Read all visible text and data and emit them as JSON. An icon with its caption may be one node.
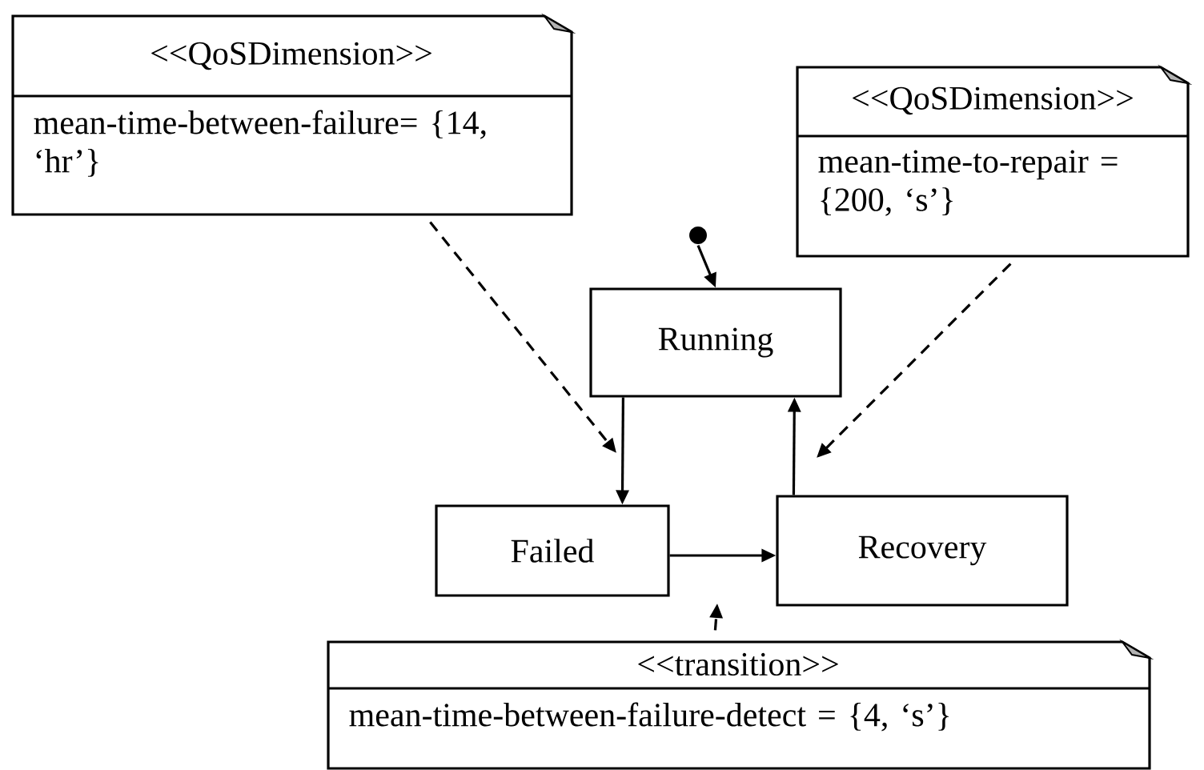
{
  "diagram": {
    "nodes": [
      {
        "text": [
          "<<QoSDimension>>",
          "mean-time-between-failure= {14, ‘hr’}"
        ]
      },
      {
        "text": [
          "<<QoSDimension>>",
          "mean-time-to-repair = {200, ‘s’}"
        ]
      },
      {
        "text": [],
        "shape": "circle"
      },
      {
        "text": [
          "Running"
        ]
      },
      {
        "text": [
          "Failed"
        ]
      },
      {
        "text": [
          "Recovery"
        ]
      },
      {
        "text": [
          "<<transition>>",
          "mean-time-between-failure-detect = {4, ‘s’}"
        ]
      }
    ],
    "edges": [
      {
        "from": 2,
        "to": 3,
        "arrow": "to"
      },
      {
        "from": 3,
        "to": 4,
        "arrow": "to"
      },
      {
        "from": 4,
        "to": 5,
        "arrow": "to"
      },
      {
        "from": 5,
        "to": 3,
        "arrow": "to"
      },
      {
        "from": 0,
        "to": null,
        "arrow": "to",
        "style": "dashed"
      },
      {
        "from": 1,
        "to": null,
        "arrow": "to",
        "style": "dashed"
      },
      {
        "from": 6,
        "to": null,
        "arrow": "to",
        "style": "dashed"
      }
    ]
  }
}
